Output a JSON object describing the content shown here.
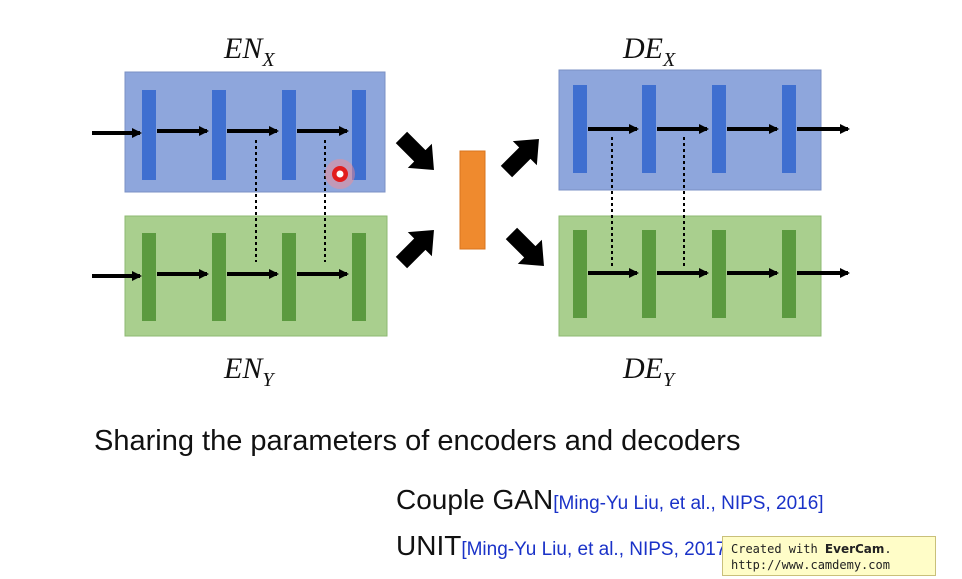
{
  "labels": {
    "en_x": {
      "base": "EN",
      "sub": "X"
    },
    "en_y": {
      "base": "EN",
      "sub": "Y"
    },
    "de_x": {
      "base": "DE",
      "sub": "X"
    },
    "de_y": {
      "base": "DE",
      "sub": "Y"
    }
  },
  "caption": "Sharing the parameters of encoders and decoders",
  "references": [
    {
      "name": "Couple GAN",
      "cite": "[Ming-Yu Liu, et al., NIPS, 2016]"
    },
    {
      "name": "UNIT",
      "cite": "[Ming-Yu Liu, et al., NIPS, 2017]"
    }
  ],
  "watermark": {
    "prefix": "Created with ",
    "brand": "EverCam",
    "suffix": ".",
    "url": "http://www.camdemy.com"
  },
  "colors": {
    "encoder_x_box": "#8ea6dc",
    "encoder_x_layer": "#3f6fd0",
    "encoder_y_box": "#a9cf8e",
    "encoder_y_layer": "#5b9a3f",
    "latent": "#ef8a2e",
    "pointer": "#e21d1d"
  }
}
